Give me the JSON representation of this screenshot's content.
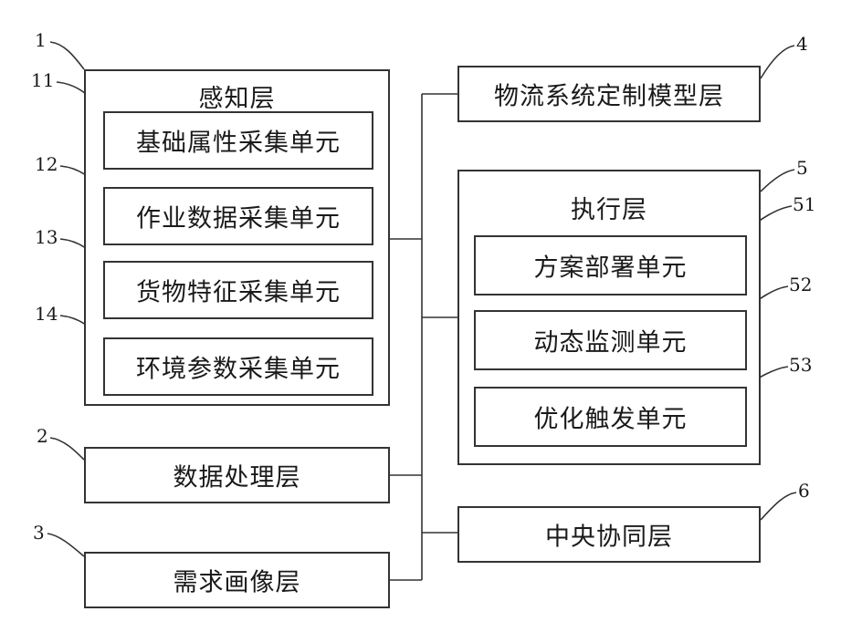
{
  "perception": {
    "title": "感知层",
    "units": [
      "基础属性采集单元",
      "作业数据采集单元",
      "货物特征采集单元",
      "环境参数采集单元"
    ]
  },
  "data_processing": "数据处理层",
  "demand_profile": "需求画像层",
  "logistics_model": "物流系统定制模型层",
  "execution": {
    "title": "执行层",
    "units": [
      "方案部署单元",
      "动态监测单元",
      "优化触发单元"
    ]
  },
  "central_coordination": "中央协同层",
  "refs": {
    "perception": "1",
    "perception_units": [
      "11",
      "12",
      "13",
      "14"
    ],
    "data_processing": "2",
    "demand_profile": "3",
    "logistics_model": "4",
    "execution": "5",
    "execution_units": [
      "51",
      "52",
      "53"
    ],
    "central_coordination": "6"
  }
}
